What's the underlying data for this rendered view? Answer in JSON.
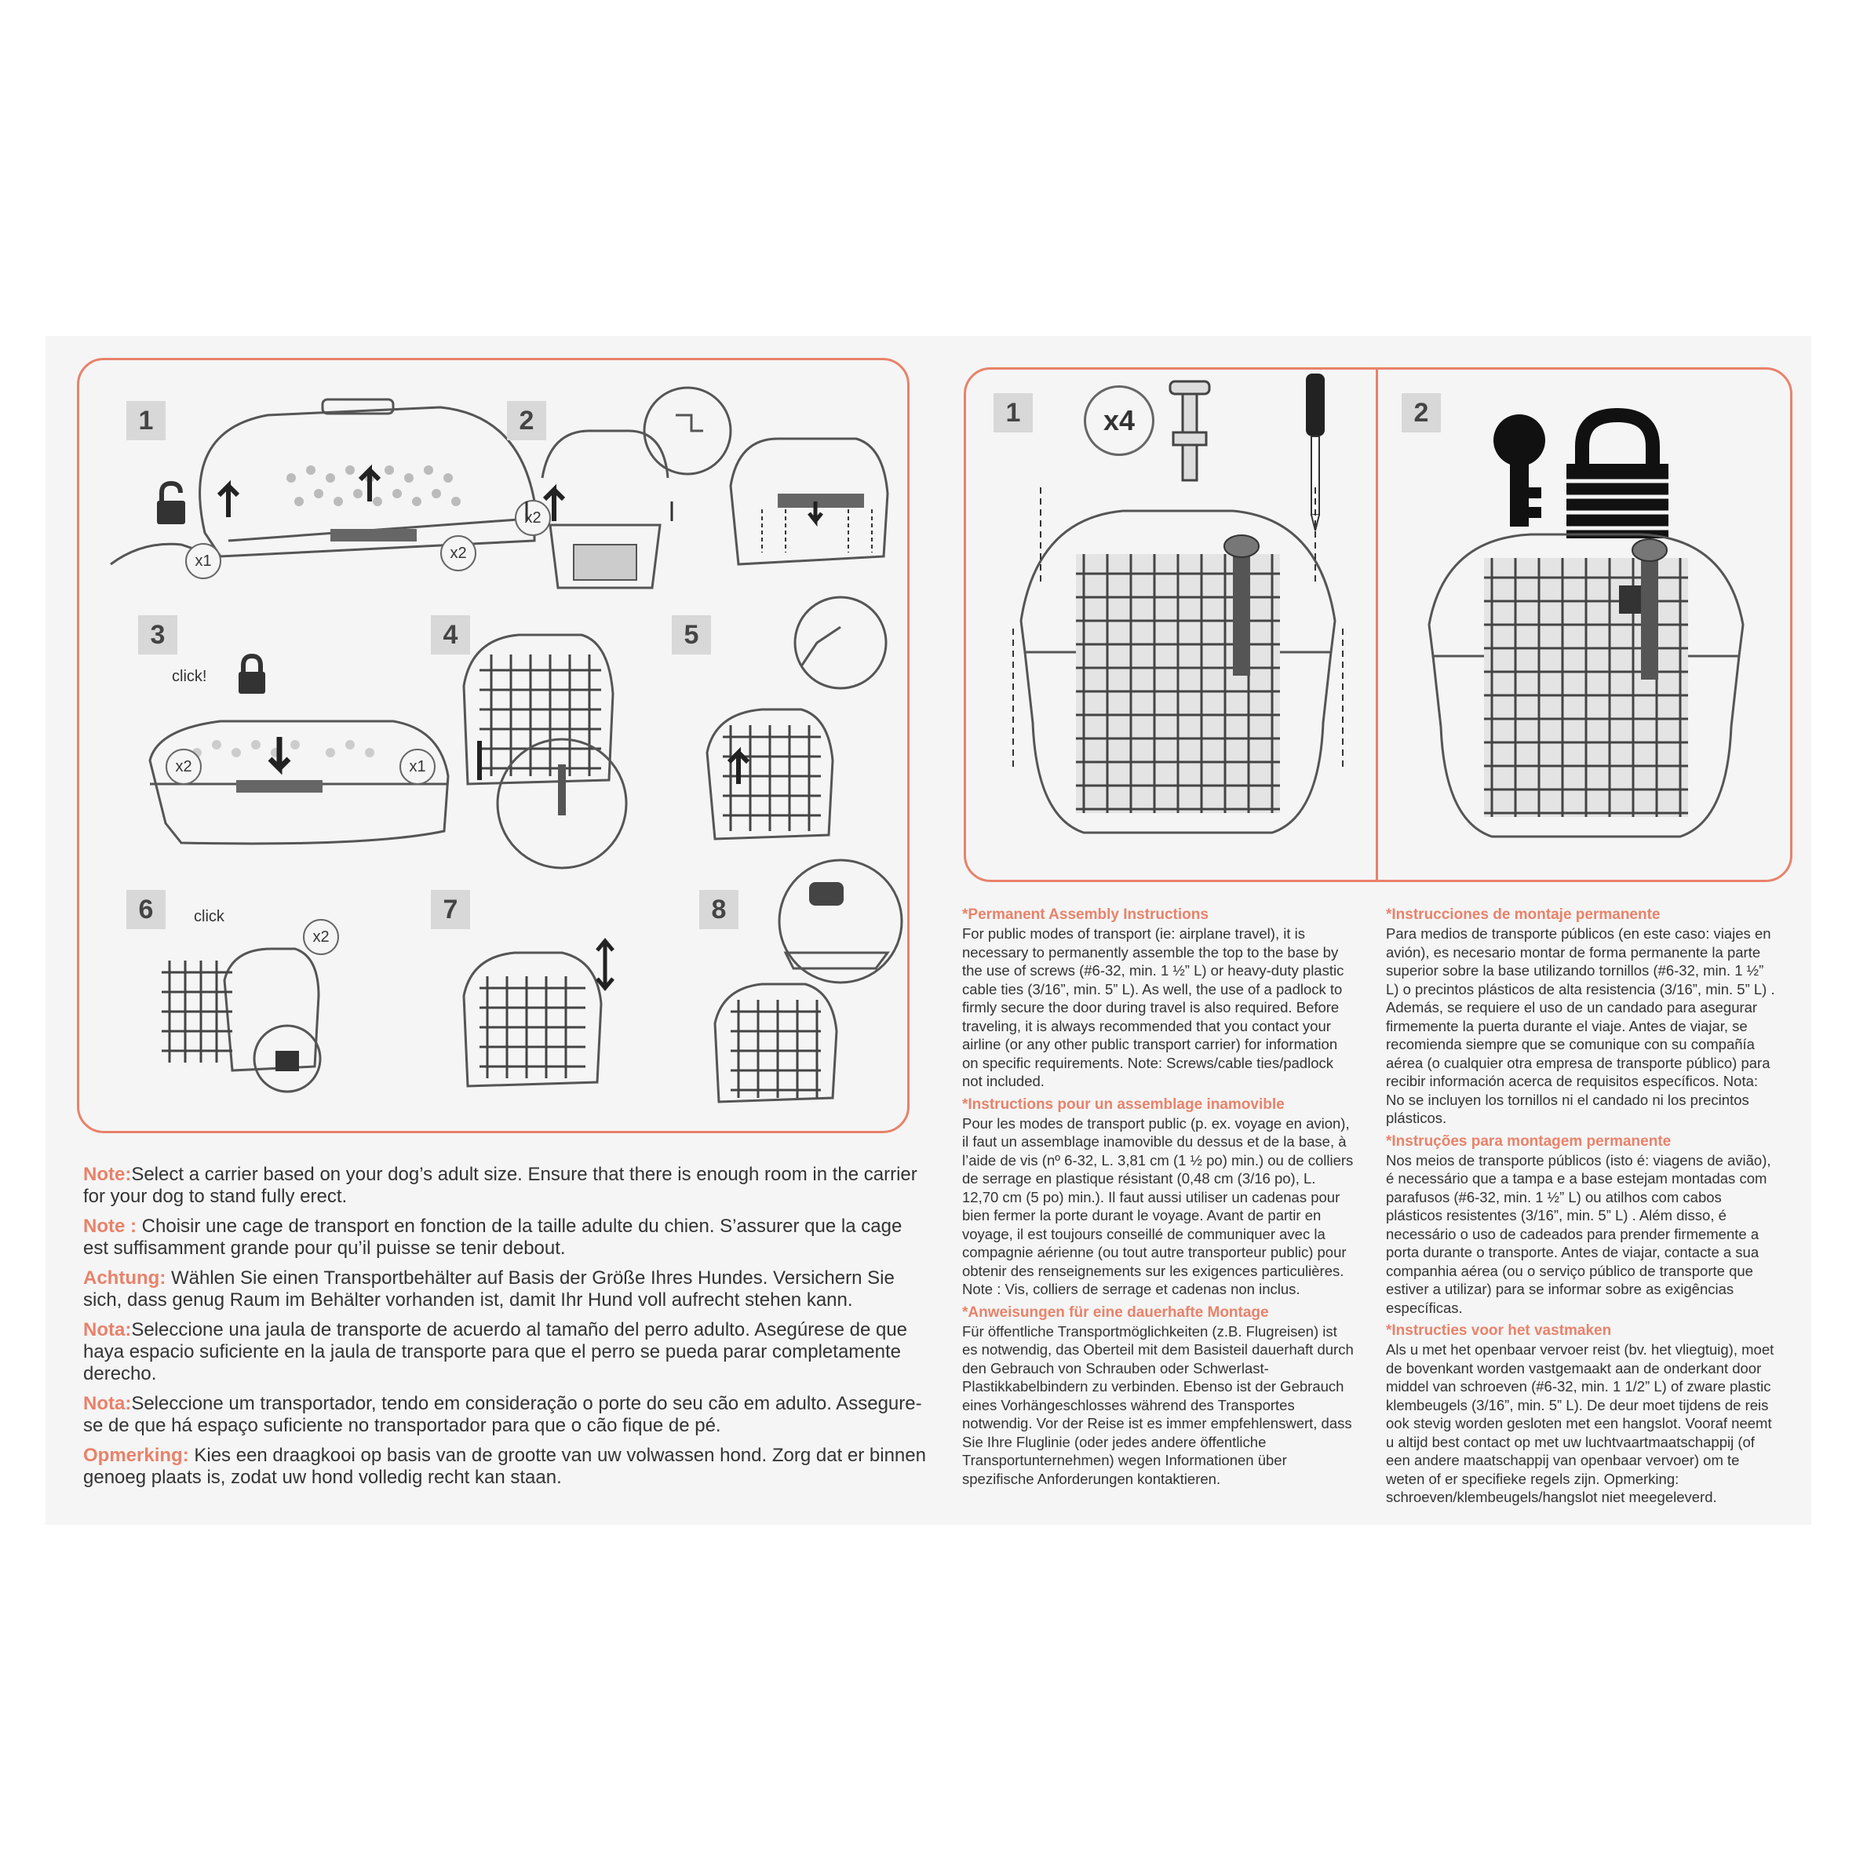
{
  "assembly_steps": {
    "s1": "1",
    "s2": "2",
    "s3": "3",
    "s4": "4",
    "s5": "5",
    "s6": "6",
    "s7": "7",
    "s8": "8",
    "x1": "x1",
    "x2": "x2",
    "click": "click!",
    "click_small": "click"
  },
  "permanent_steps": {
    "s1": "1",
    "s2": "2",
    "x4": "x4"
  },
  "notes": [
    {
      "lead": "Note:",
      "text": "Select a carrier based on your dog’s adult size. Ensure that there is enough room in the carrier for your dog to stand fully erect."
    },
    {
      "lead": "Note :",
      "text": "Choisir une cage de transport en fonction de la taille adulte du chien. S’assurer que la cage est suffisamment grande pour qu’il puisse se tenir debout."
    },
    {
      "lead": "Achtung:",
      "text": "Wählen Sie einen Transportbehälter auf Basis der Größe Ihres Hundes. Versichern Sie sich, dass genug Raum im Behälter vorhanden ist, damit Ihr Hund voll aufrecht stehen kann."
    },
    {
      "lead": "Nota:",
      "text": "Seleccione una jaula de transporte de acuerdo al tamaño del perro adulto. Asegúrese de que haya espacio suficiente en la jaula de transporte para que el perro se pueda parar completamente derecho."
    },
    {
      "lead": "Nota:",
      "text": "Seleccione um transportador, tendo em consideração o porte do seu cão em adulto. Assegure-se de que há espaço suficiente no transportador para que o cão fique de pé."
    },
    {
      "lead": "Opmerking:",
      "text": "Kies een draagkooi op basis van de grootte van uw volwassen hond. Zorg dat er binnen genoeg plaats is, zodat uw hond volledig recht kan staan."
    }
  ],
  "instructions_left": [
    {
      "title": "*Permanent Assembly Instructions",
      "body": "For public modes of transport (ie: airplane travel), it is necessary to permanently assemble the top to the base by the use of screws (#6-32, min. 1 ½” L) or heavy-duty plastic cable ties (3/16”, min. 5” L).  As well, the use of a padlock to firmly secure the door during travel is also required.  Before traveling, it is always recommended that you contact your airline (or any other public transport carrier) for information on specific requirements. Note:  Screws/cable ties/padlock not included."
    },
    {
      "title": "*Instructions pour un assemblage inamovible",
      "body": "Pour les modes de transport public (p. ex. voyage en avion), il faut un assemblage inamovible du dessus et de la base, à l’aide de vis (nº 6-32, L. 3,81 cm (1 ½ po) min.) ou de colliers de serrage en plastique résistant (0,48 cm (3/16 po), L. 12,70 cm (5 po) min.). Il faut aussi utiliser un cadenas pour bien fermer la porte durant le voyage. Avant de partir en voyage, il est toujours conseillé de communiquer avec la compagnie aérienne (ou tout autre transporteur public) pour obtenir des renseignements sur les exigences particulières. Note : Vis, colliers de serrage et cadenas non inclus."
    },
    {
      "title": "*Anweisungen für eine dauerhafte Montage",
      "body": "Für öffentliche Transportmöglichkeiten (z.B. Flugreisen) ist es notwendig, das Oberteil mit dem Basisteil dauerhaft durch den Gebrauch von Schrauben oder Schwerlast- Plastikkabelbindern zu verbinden. Ebenso ist der Gebrauch eines Vorhängeschlosses während des Transportes notwendig. Vor der Reise ist es immer empfehlenswert, dass Sie Ihre Fluglinie (oder jedes andere öffentliche Transportunternehmen) wegen Informationen über spezifische Anforderungen kontaktieren."
    }
  ],
  "instructions_right": [
    {
      "title": "*Instrucciones de montaje permanente",
      "body": "Para medios de transporte públicos (en este caso: viajes en avión), es necesario montar de forma permanente la parte superior sobre la base utilizando tornillos  (#6-32, min. 1 ½” L)  o precintos plásticos de alta resistencia  (3/16”, min. 5” L) . Además, se requiere el uso de un candado para asegurar firmemente la puerta durante el viaje. Antes de viajar, se recomienda siempre que se comunique con su compañía aérea (o cualquier otra empresa de transporte público) para recibir información acerca de requisitos específicos. Nota: No se incluyen los tornillos ni el candado ni los precintos plásticos."
    },
    {
      "title": "*Instruções para montagem permanente",
      "body": "Nos meios de transporte públicos (isto é: viagens de avião), é necessário que a tampa e a base estejam montadas com parafusos (#6-32, min. 1 ½” L) ou atilhos com cabos plásticos resistentes (3/16”, min. 5” L) . Além disso, é necessário o uso de cadeados para prender firmemente a porta durante o transporte. Antes de viajar, contacte a sua companhia aérea (ou o serviço público de transporte que estiver a utilizar) para se informar sobre as exigências específicas."
    },
    {
      "title": "*Instructies voor het vastmaken",
      "body": "Als u met het openbaar vervoer reist (bv. het vliegtuig), moet de bovenkant worden vastgemaakt aan de onderkant door middel van schroeven (#6-32, min. 1 1/2” L) of zware plastic klembeugels (3/16”, min. 5” L). De deur moet tijdens de reis ook stevig worden gesloten met een hangslot. Vooraf neemt u altijd best contact op met uw luchtvaartmaatschappij (of een andere maatschappij van openbaar vervoer) om te weten of er specifieke regels zijn. Opmerking: schroeven/klembeugels/hangslot niet meegeleverd."
    }
  ],
  "colors": {
    "accent": "#e8826a",
    "line": "#555555",
    "text": "#333333",
    "sheet": "#f5f5f5"
  },
  "icons": [
    "unlock-icon",
    "lock-icon",
    "key-icon",
    "padlock-icon",
    "screwdriver-icon",
    "screw-icon",
    "arrow-up-icon",
    "arrow-down-icon"
  ]
}
